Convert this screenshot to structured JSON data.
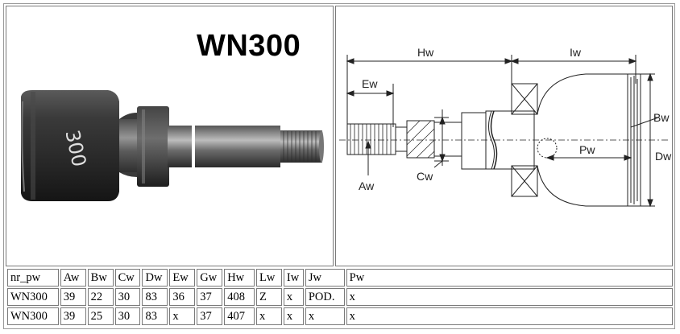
{
  "product": {
    "title": "WN300",
    "part_marking": "300"
  },
  "drawing_labels": {
    "hw": "Hw",
    "iw": "Iw",
    "ew": "Ew",
    "bw": "Bw",
    "dw": "Dw",
    "pw": "Pw",
    "cw": "Cw",
    "aw": "Aw"
  },
  "table": {
    "headers": [
      "nr_pw",
      "Aw",
      "Bw",
      "Cw",
      "Dw",
      "Ew",
      "Gw",
      "Hw",
      "Lw",
      "Iw",
      "Jw",
      "Pw"
    ],
    "rows": [
      [
        "WN300",
        "39",
        "22",
        "30",
        "83",
        "36",
        "37",
        "408",
        "Z",
        "x",
        "POD.",
        "x"
      ],
      [
        "WN300",
        "39",
        "25",
        "30",
        "83",
        "x",
        "37",
        "407",
        "x",
        "x",
        "x",
        "x"
      ]
    ]
  }
}
